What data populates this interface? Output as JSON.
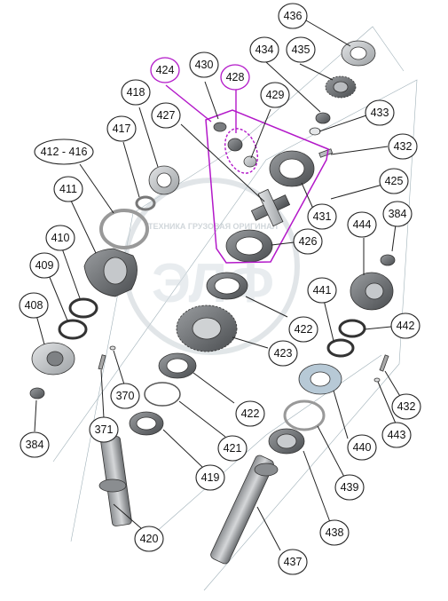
{
  "watermark": {
    "tagline": "ТЕХНИКА ГРУЗОВАЯ ОРИГИНАЛ",
    "letters": "ЭЛФ"
  },
  "colors": {
    "highlight": "#b318c9",
    "part_dark": "#6a6d70",
    "part_light": "#c9cccf",
    "ring_blue": "#b7c9d6",
    "watermark": "#d6dde2"
  },
  "callouts": [
    {
      "id": "c436",
      "label": "436"
    },
    {
      "id": "c435",
      "label": "435"
    },
    {
      "id": "c434",
      "label": "434"
    },
    {
      "id": "c424",
      "label": "424"
    },
    {
      "id": "c430",
      "label": "430"
    },
    {
      "id": "c428",
      "label": "428"
    },
    {
      "id": "c429",
      "label": "429"
    },
    {
      "id": "c433",
      "label": "433"
    },
    {
      "id": "c418",
      "label": "418"
    },
    {
      "id": "c427",
      "label": "427"
    },
    {
      "id": "c432a",
      "label": "432"
    },
    {
      "id": "c417",
      "label": "417"
    },
    {
      "id": "c412",
      "label": "412 - 416"
    },
    {
      "id": "c425",
      "label": "425"
    },
    {
      "id": "c411",
      "label": "411"
    },
    {
      "id": "c444",
      "label": "444"
    },
    {
      "id": "c384a",
      "label": "384"
    },
    {
      "id": "c431",
      "label": "431"
    },
    {
      "id": "c426",
      "label": "426"
    },
    {
      "id": "c410",
      "label": "410"
    },
    {
      "id": "c409",
      "label": "409"
    },
    {
      "id": "c441",
      "label": "441"
    },
    {
      "id": "c408",
      "label": "408"
    },
    {
      "id": "c422a",
      "label": "422"
    },
    {
      "id": "c442",
      "label": "442"
    },
    {
      "id": "c423",
      "label": "423"
    },
    {
      "id": "c370",
      "label": "370"
    },
    {
      "id": "c432b",
      "label": "432"
    },
    {
      "id": "c422b",
      "label": "422"
    },
    {
      "id": "c440",
      "label": "440"
    },
    {
      "id": "c384b",
      "label": "384"
    },
    {
      "id": "c371",
      "label": "371"
    },
    {
      "id": "c443",
      "label": "443"
    },
    {
      "id": "c421",
      "label": "421"
    },
    {
      "id": "c419",
      "label": "419"
    },
    {
      "id": "c439",
      "label": "439"
    },
    {
      "id": "c420",
      "label": "420"
    },
    {
      "id": "c438",
      "label": "438"
    },
    {
      "id": "c437",
      "label": "437"
    }
  ]
}
